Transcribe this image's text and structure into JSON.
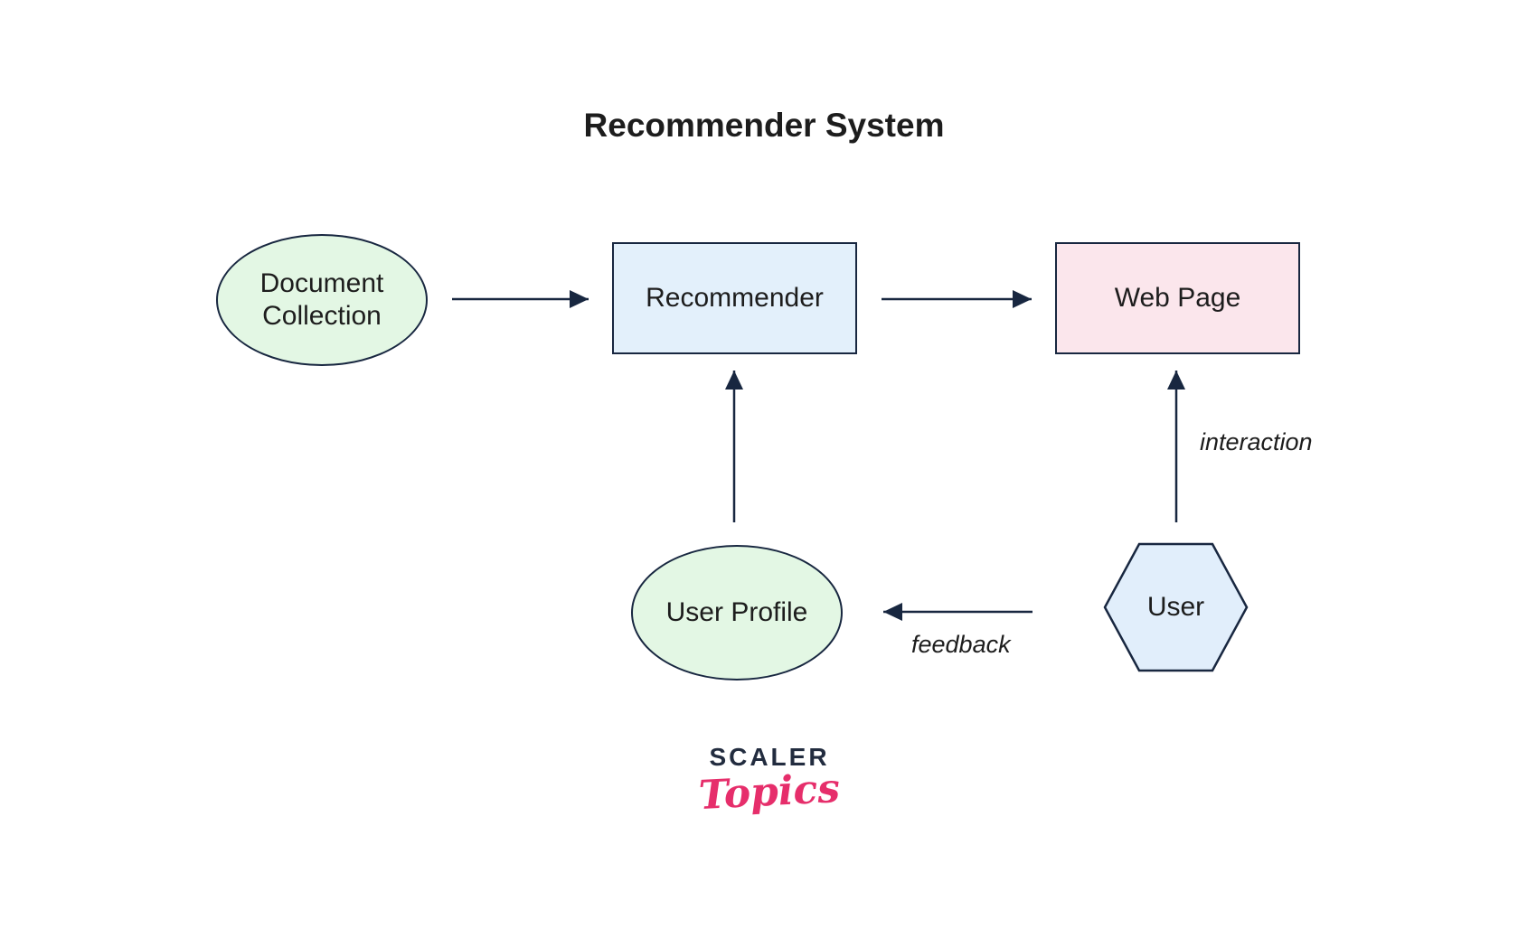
{
  "title": "Recommender System",
  "colors": {
    "stroke_navy": "#182740",
    "node_text": "#1d1d1d",
    "ellipse_green_fill": "#e3f7e4",
    "rect_blue_fill": "#e3f0fb",
    "rect_pink_fill": "#fbe6ec",
    "hexagon_blue_fill": "#e1eefb",
    "logo_navy": "#222c3f",
    "logo_pink": "#e62e6b"
  },
  "nodes": {
    "document_collection": {
      "label": "Document Collection",
      "shape": "ellipse"
    },
    "recommender": {
      "label": "Recommender",
      "shape": "rectangle"
    },
    "web_page": {
      "label": "Web Page",
      "shape": "rectangle"
    },
    "user_profile": {
      "label": "User Profile",
      "shape": "ellipse"
    },
    "user": {
      "label": "User",
      "shape": "hexagon"
    }
  },
  "edges": {
    "doc_to_recommender": {
      "from": "document_collection",
      "to": "recommender",
      "label": ""
    },
    "recommender_to_webpage": {
      "from": "recommender",
      "to": "web_page",
      "label": ""
    },
    "userprofile_to_recommender": {
      "from": "user_profile",
      "to": "recommender",
      "label": ""
    },
    "user_to_webpage": {
      "from": "user",
      "to": "web_page",
      "label": "interaction"
    },
    "user_to_userprofile": {
      "from": "user",
      "to": "user_profile",
      "label": "feedback"
    }
  },
  "logo": {
    "brand": "SCALER",
    "wordmark": "Topics"
  }
}
